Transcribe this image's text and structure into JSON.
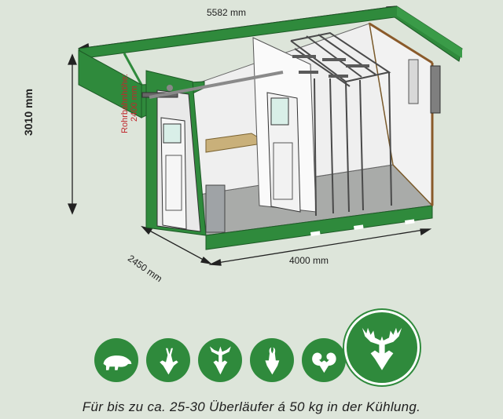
{
  "dimensions": {
    "width_label": "5582 mm",
    "height_label": "3010 mm",
    "rail_height_label": "Rohrbahnhöhe:",
    "rail_height_value": "2400 mm",
    "depth_label": "2450 mm",
    "length_label": "4000 mm"
  },
  "colors": {
    "frame_green": "#2f8a3c",
    "icon_green": "#2f8a3c",
    "background": "#dde5da",
    "rail_label_red": "#c0282d"
  },
  "icons": [
    {
      "name": "wild-boar-icon"
    },
    {
      "name": "roe-deer-icon"
    },
    {
      "name": "fallow-deer-icon"
    },
    {
      "name": "chamois-icon"
    },
    {
      "name": "mouflon-icon"
    },
    {
      "name": "red-deer-icon"
    }
  ],
  "caption": "Für bis zu ca. 25-30 Überläufer á 50 kg in der Kühlung."
}
